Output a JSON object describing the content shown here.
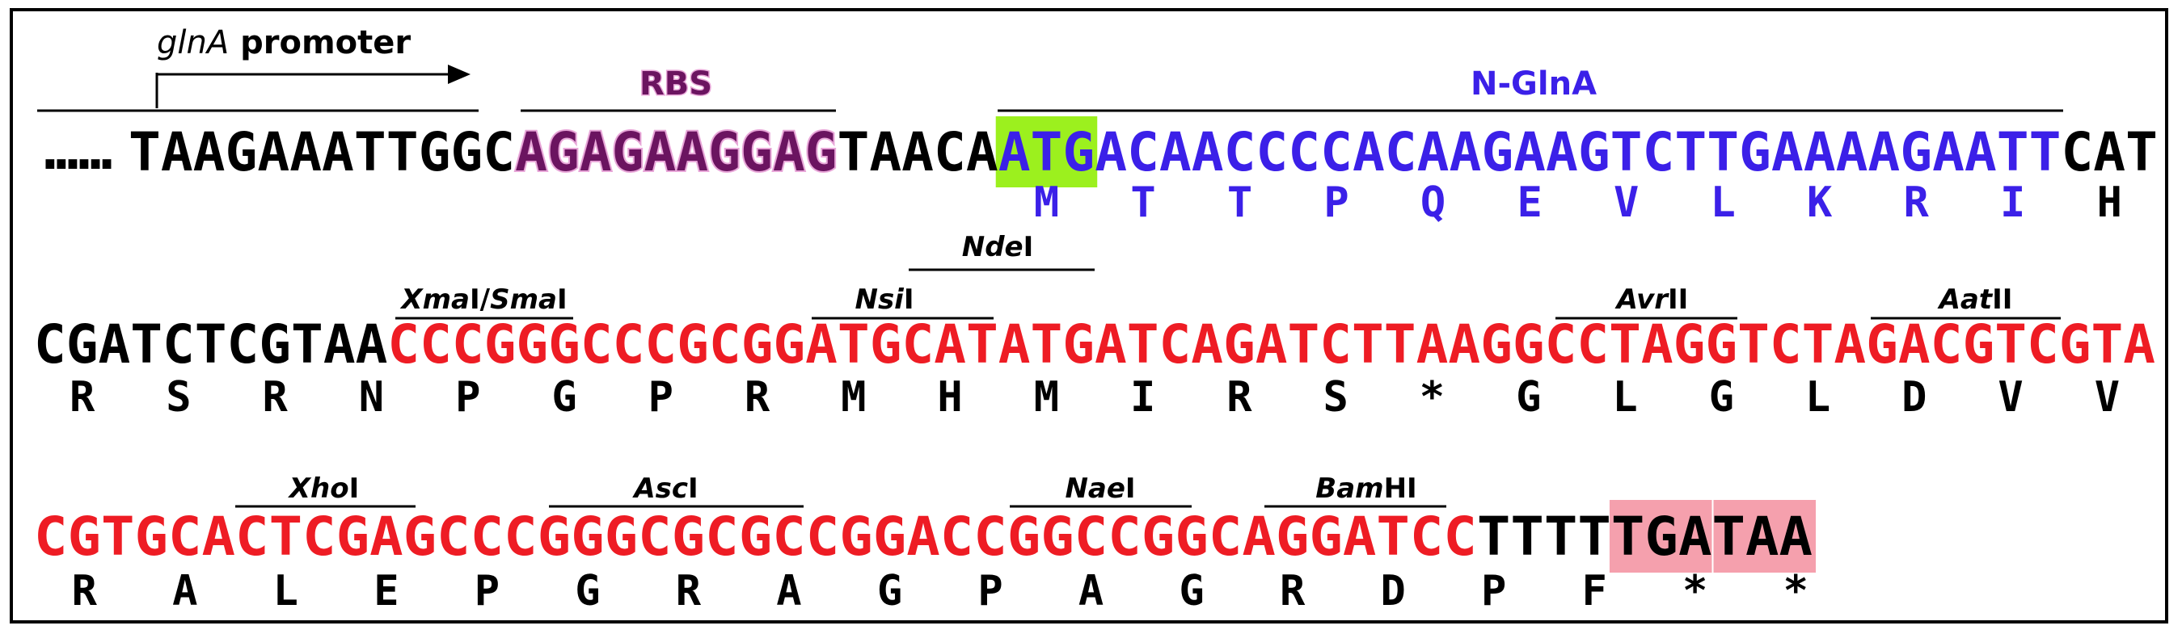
{
  "colors": {
    "black": "#000000",
    "red": "#ee1c24",
    "blue": "#3b20e8",
    "purple": "#6b1460",
    "pink_outline": "#e8a6d8",
    "start_highlight": "#9cf01e",
    "stop_highlight": "#f5a0ad"
  },
  "labels": {
    "promoter_italic": "glnA",
    "promoter_bold": "promoter",
    "rbs": "RBS",
    "ngln": "N-GlnA"
  },
  "row1": {
    "dots": "......",
    "segments": [
      {
        "text": "TAAGAAATTGGC",
        "role": "plain"
      },
      {
        "text": "AGAGAAGGAG",
        "role": "rbs"
      },
      {
        "text": "TAACA",
        "role": "plain"
      },
      {
        "text": "ATGACAACCCCACAAGAAGTCTTGAAAAGAATT",
        "role": "gene"
      },
      {
        "text": "CAT",
        "role": "plain"
      }
    ],
    "aa": [
      {
        "text": "M",
        "role": "gene"
      },
      {
        "text": "T",
        "role": "gene"
      },
      {
        "text": "T",
        "role": "gene"
      },
      {
        "text": "P",
        "role": "gene"
      },
      {
        "text": "Q",
        "role": "gene"
      },
      {
        "text": "E",
        "role": "gene"
      },
      {
        "text": "V",
        "role": "gene"
      },
      {
        "text": "L",
        "role": "gene"
      },
      {
        "text": "K",
        "role": "gene"
      },
      {
        "text": "R",
        "role": "gene"
      },
      {
        "text": "I",
        "role": "gene"
      },
      {
        "text": "H",
        "role": "plain"
      }
    ]
  },
  "row2": {
    "segments": [
      {
        "text": "CGATCTCGTAA",
        "role": "plain"
      },
      {
        "text": "CCCGGGCCCGCGGATGCATATGATCAGATCTTAAGGCCTAGGTCTAGACGTCGTA",
        "role": "mcs"
      }
    ],
    "aa": [
      "R",
      "S",
      "R",
      "N",
      "P",
      "G",
      "P",
      "R",
      "M",
      "H",
      "M",
      "I",
      "R",
      "S",
      "*",
      "G",
      "L",
      "G",
      "L",
      "D",
      "V",
      "V"
    ],
    "sites": [
      {
        "italic": "Xma",
        "roman": "I",
        "sep": "/",
        "italic2": "Sma",
        "roman2": "I"
      },
      {
        "italic": "Nsi",
        "roman": "I"
      },
      {
        "italic": "Nde",
        "roman": "I"
      },
      {
        "italic": "Avr",
        "roman": "II"
      },
      {
        "italic": "Aat",
        "roman": "II"
      }
    ]
  },
  "row3": {
    "segments": [
      {
        "text": "CGTGCACTCGAGCCCGGGCGCGCCGGACCGGCCGGCAGGATCC",
        "role": "mcs"
      },
      {
        "text": "TTTTTGATAA",
        "role": "plain"
      }
    ],
    "aa": [
      "R",
      "A",
      "L",
      "E",
      "P",
      "G",
      "R",
      "A",
      "G",
      "P",
      "A",
      "G",
      "R",
      "D",
      "P",
      "F",
      "*",
      "*"
    ],
    "sites": [
      {
        "italic": "Xho",
        "roman": "I"
      },
      {
        "italic": "Asc",
        "roman": "I"
      },
      {
        "italic": "Nae",
        "roman": "I"
      },
      {
        "italic": "Bam",
        "roman": "HI"
      }
    ]
  }
}
